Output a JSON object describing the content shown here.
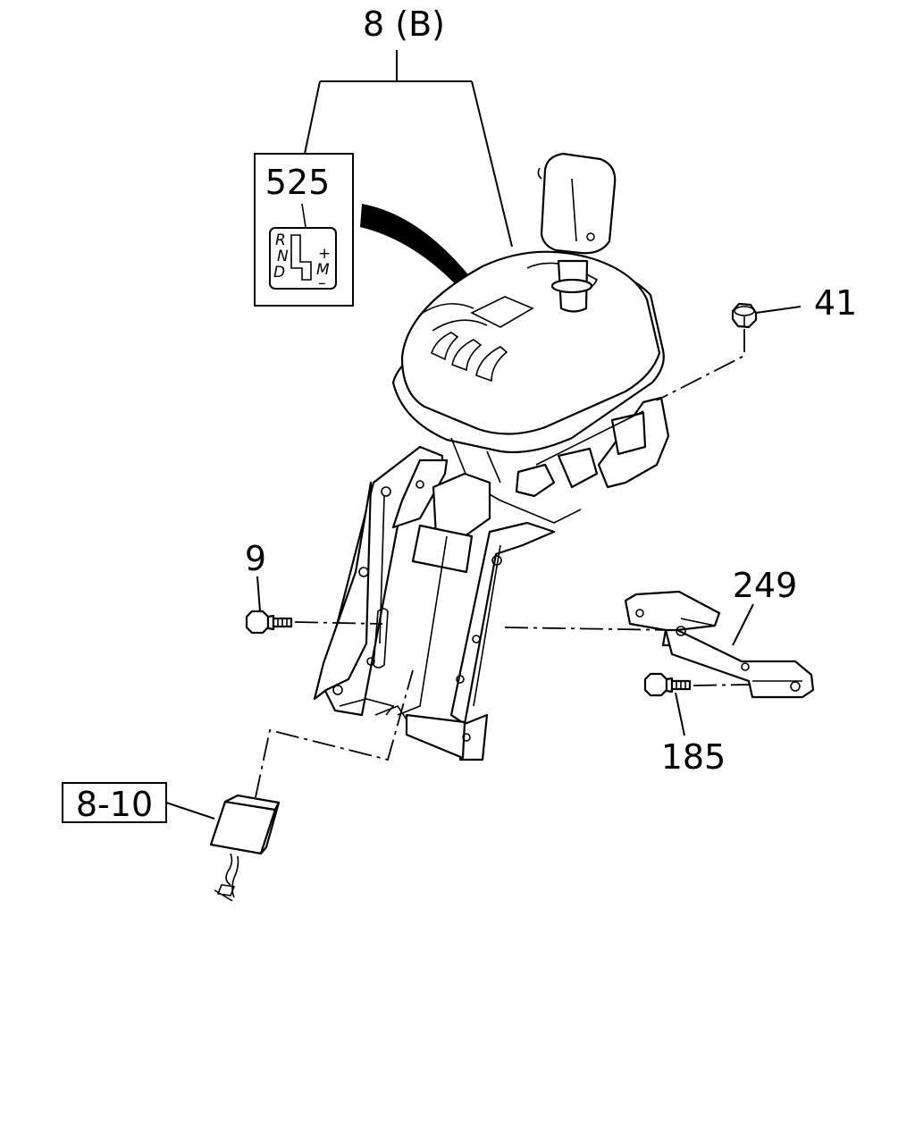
{
  "callouts": {
    "assembly": "8 (B)",
    "label_plate": "525",
    "nut": "41",
    "bolt_left": "9",
    "bracket": "249",
    "bolt_right": "185",
    "connector_ref": "8-10"
  },
  "gate_plate": {
    "left_letters": [
      "R",
      "N",
      "D"
    ],
    "plus": "+",
    "mode": "M",
    "minus": "–"
  }
}
